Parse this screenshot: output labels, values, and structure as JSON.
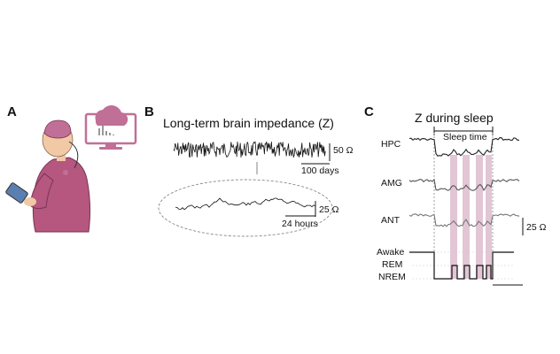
{
  "panels": {
    "a": {
      "letter": "A"
    },
    "b": {
      "letter": "B",
      "title": "Long-term brain impedance (Z)",
      "scalebar_top_amp": "50 Ω",
      "scalebar_top_time": "100 days",
      "scalebar_zoom_amp": "25 Ω",
      "scalebar_zoom_time": "24 hours"
    },
    "c": {
      "letter": "C",
      "title": "Z during sleep",
      "sleep_time_label": "Sleep time",
      "channels": [
        "HPC",
        "AMG",
        "ANT"
      ],
      "scalebar_amp": "25 Ω",
      "hypnogram_states": [
        "Awake",
        "REM",
        "NREM"
      ]
    }
  },
  "colors": {
    "rem_band": "#d9b3c8",
    "person_shirt": "#b5577f",
    "cloud": "#c07096",
    "trace": "#222222"
  },
  "icons": [
    "person-with-tablet-icon",
    "cloud-icon",
    "monitor-icon",
    "brain-icon"
  ]
}
